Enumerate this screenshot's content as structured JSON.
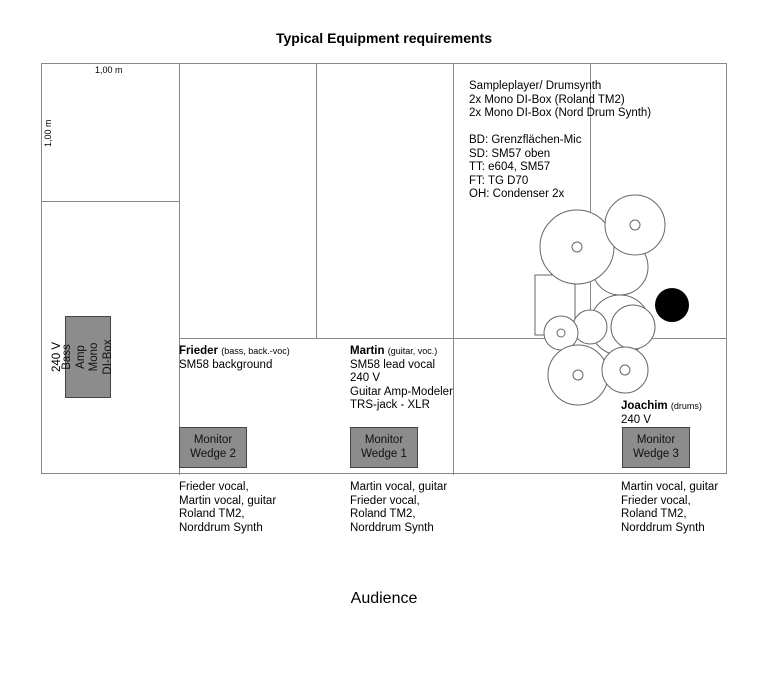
{
  "title": "Typical Equipment requirements",
  "scale": {
    "width_label": "1,00 m",
    "height_label": "1,00 m"
  },
  "bass_area": {
    "power": "240 V",
    "box_line1": "Bass Amp",
    "box_line2": "Mono DI-Box"
  },
  "drum_area": {
    "lines": [
      "Sampleplayer/ Drumsynth",
      "2x Mono DI-Box (Roland TM2)",
      "2x Mono DI-Box (Nord Drum Synth)",
      "",
      "BD: Grenzflächen-Mic",
      "SD: SM57 oben",
      "TT:  e604, SM57",
      "FT:  TG D70",
      "OH: Condenser 2x"
    ]
  },
  "frieder": {
    "name": "Frieder",
    "role": "(bass, back.-voc)",
    "lines": [
      "SM58 background"
    ]
  },
  "martin": {
    "name": "Martin",
    "role": "(guitar, voc.)",
    "lines": [
      "SM58 lead vocal",
      "240 V",
      "Guitar Amp-Modeler",
      "TRS-jack - XLR"
    ]
  },
  "joachim": {
    "name": "Joachim",
    "role": "(drums)",
    "lines": [
      "240 V"
    ]
  },
  "monitors": [
    {
      "line1": "Monitor",
      "line2": "Wedge 2",
      "mix": [
        "Frieder vocal,",
        "Martin vocal, guitar",
        "Roland TM2,",
        "Norddrum Synth"
      ]
    },
    {
      "line1": "Monitor",
      "line2": "Wedge 1",
      "mix": [
        "Martin vocal, guitar",
        "Frieder vocal,",
        "Roland TM2,",
        "Norddrum Synth"
      ]
    },
    {
      "line1": "Monitor",
      "line2": "Wedge 3",
      "mix": [
        "Martin vocal, guitar",
        "Frieder vocal,",
        "Roland TM2,",
        "Norddrum Synth"
      ]
    }
  ],
  "audience": "Audience",
  "colors": {
    "box_fill": "#8c8c8c",
    "grid_line": "#888888",
    "drum_line": "#666666",
    "dark_drum": "#000000"
  }
}
